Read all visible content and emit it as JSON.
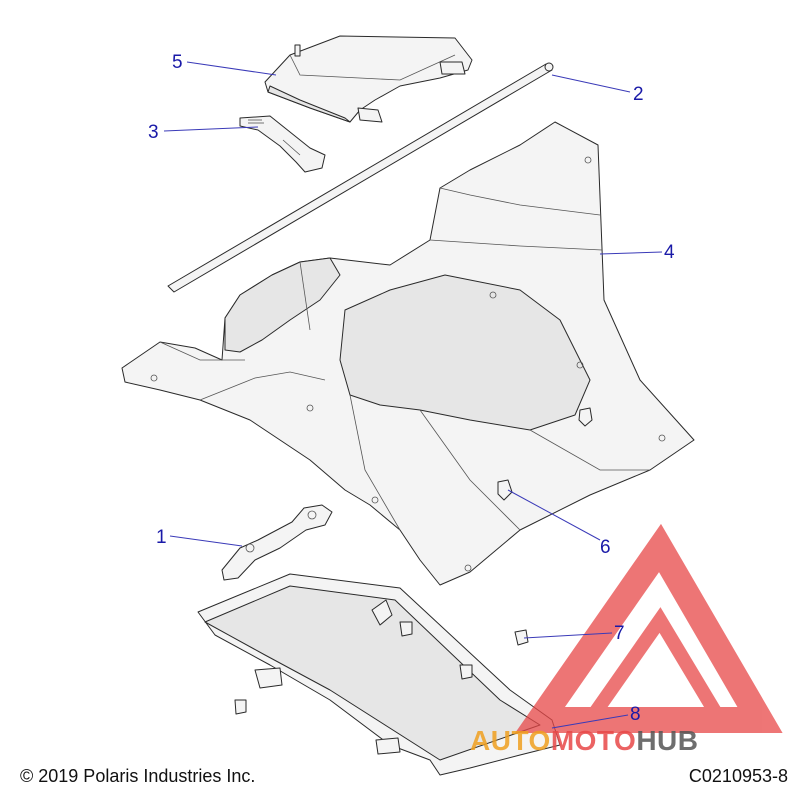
{
  "footer": {
    "copyright": "© 2019 Polaris Industries Inc.",
    "diagram_code": "C0210953-8"
  },
  "callouts": [
    {
      "id": "1",
      "label": "1"
    },
    {
      "id": "2",
      "label": "2"
    },
    {
      "id": "3",
      "label": "3"
    },
    {
      "id": "4",
      "label": "4"
    },
    {
      "id": "5",
      "label": "5"
    },
    {
      "id": "6",
      "label": "6"
    },
    {
      "id": "7",
      "label": "7"
    },
    {
      "id": "8",
      "label": "8"
    }
  ],
  "watermark": {
    "text_part1": "AUTO",
    "text_part2": "MOTO",
    "text_part3": "HUB",
    "color_orange": "#f0a020",
    "color_red": "#e84848",
    "color_gray": "#555555"
  }
}
